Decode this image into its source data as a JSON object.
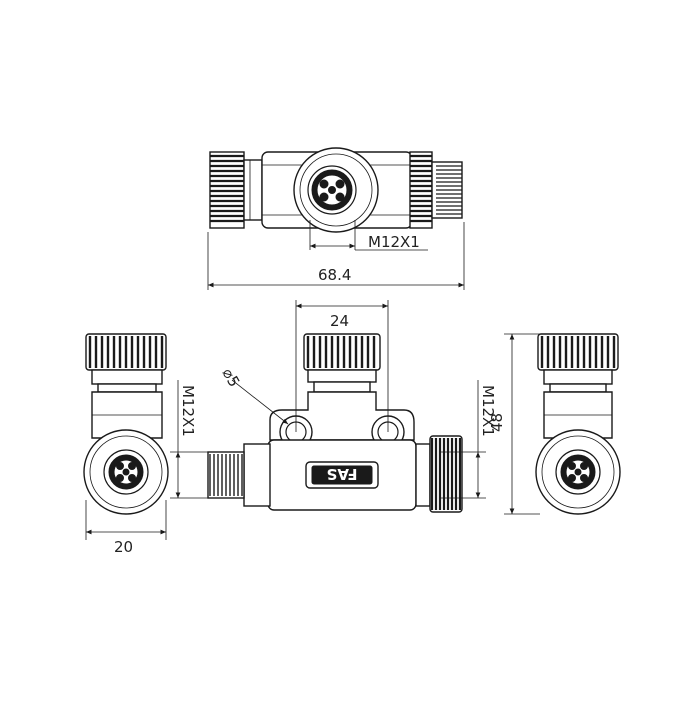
{
  "dimensions": {
    "overall_length": "68.4",
    "thread_top": "M12X1",
    "center_width": "24",
    "hole_diameter": "⌀5",
    "left_thread": "M12X1",
    "right_thread": "M12X1",
    "left_width": "20",
    "right_height": "48"
  },
  "label": {
    "brand": "FAS"
  },
  "colors": {
    "line": "#1a1a1a",
    "background": "#ffffff"
  }
}
